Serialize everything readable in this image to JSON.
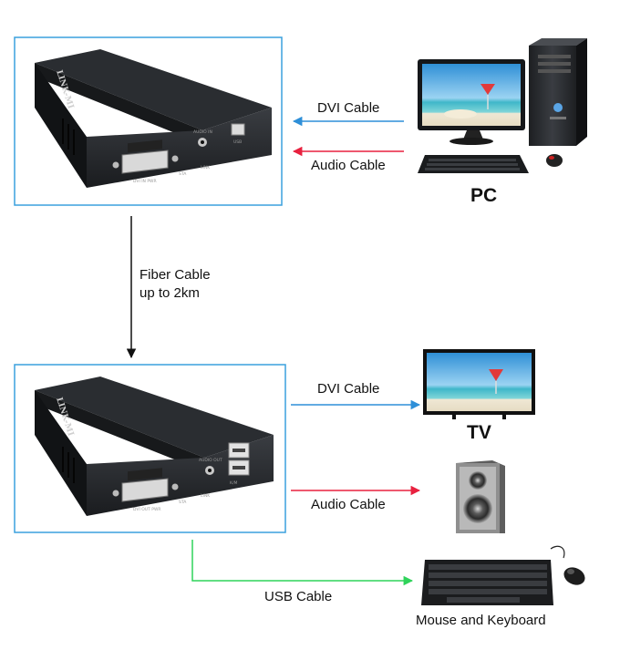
{
  "colors": {
    "frame_border": "#3aa0dd",
    "dvi_arrow": "#2e8fd8",
    "audio_arrow": "#e8213f",
    "usb_arrow": "#2fd35a",
    "fiber_arrow": "#111111"
  },
  "transmitter": {
    "brand": "LINK-MI",
    "panel_labels": [
      "DVI IN",
      "AUDIO IN",
      "USB",
      "STA",
      "LINK"
    ],
    "cables": {
      "dvi": "DVI Cable",
      "audio": "Audio Cable"
    },
    "source_label": "PC"
  },
  "fiber": {
    "line1": "Fiber Cable",
    "line2": "up to 2km"
  },
  "receiver": {
    "brand": "LINK-MI",
    "panel_labels": [
      "DVI OUT",
      "AUDIO OUT",
      "K/M",
      "STA",
      "LINK"
    ],
    "cables": {
      "dvi": "DVI Cable",
      "audio": "Audio Cable",
      "usb": "USB Cable"
    },
    "tv_label": "TV",
    "peripherals_label": "Mouse and Keyboard"
  },
  "icons": [
    "kvm-transmitter-icon",
    "kvm-receiver-icon",
    "pc-icon",
    "tv-icon",
    "speaker-icon",
    "keyboard-mouse-icon"
  ]
}
